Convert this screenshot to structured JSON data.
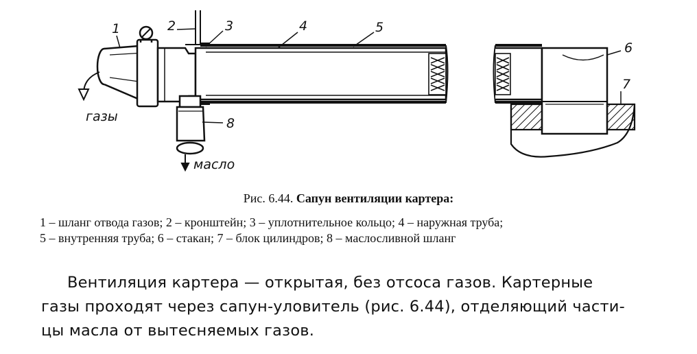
{
  "figure": {
    "callouts": [
      "1",
      "2",
      "3",
      "4",
      "5",
      "6",
      "7",
      "8"
    ],
    "label_gases": "газы",
    "label_oil": "масло"
  },
  "caption": {
    "number": "Рис. 6.44.",
    "title": "Сапун вентиляции картера:"
  },
  "legend": {
    "lines": [
      "1 – шланг отвода газов; 2 – кронштейн; 3 – уплотнительное кольцо; 4 – наружная труба;",
      "5 – внутренняя труба; 6 – стакан; 7 – блок цилиндров; 8 – маслосливной шланг"
    ]
  },
  "body": {
    "lines": [
      "Вентиляция картера — открытая, без отсоса газов. Картерные",
      "газы проходят через сапун-уловитель (рис. 6.44), отделяющий части-",
      "цы масла от вытесняемых газов."
    ]
  }
}
